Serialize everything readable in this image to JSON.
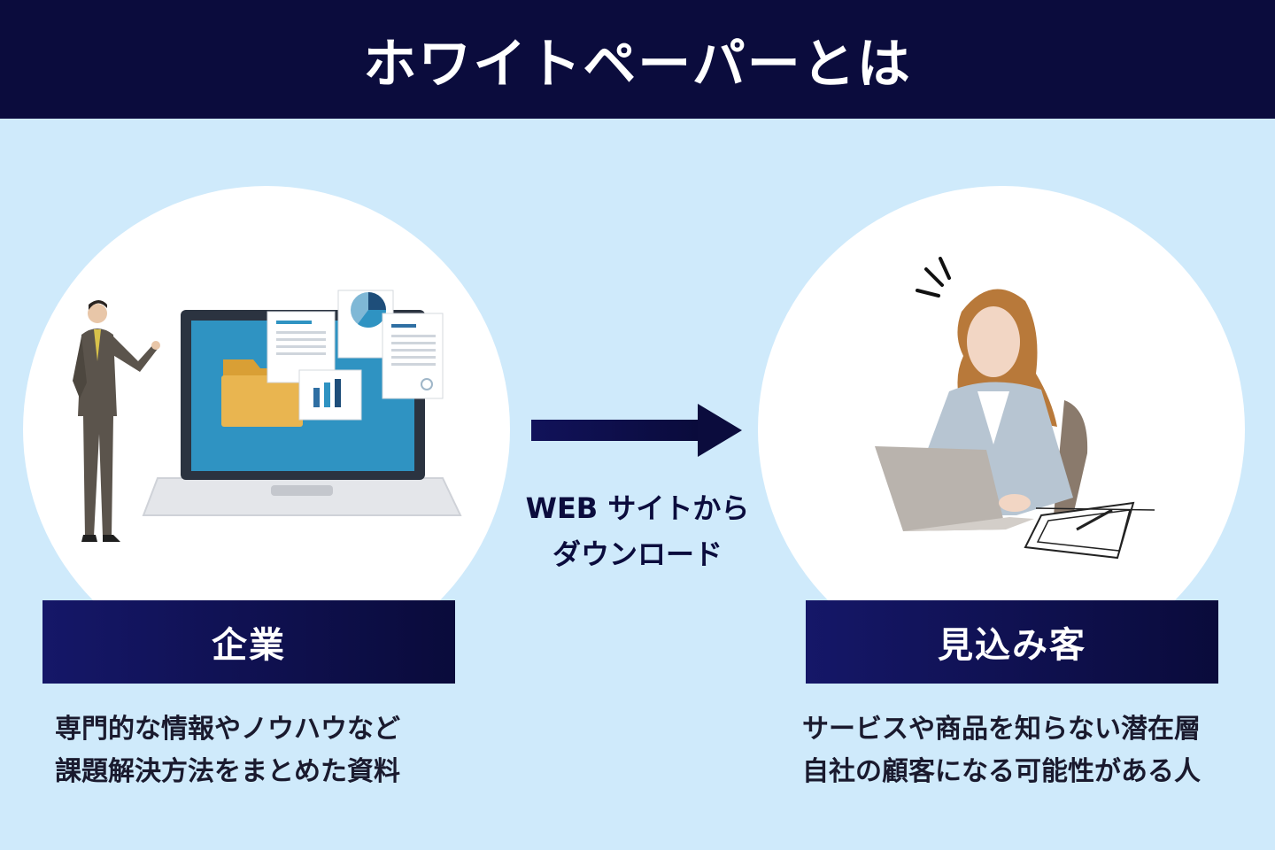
{
  "header": {
    "title": "ホワイトペーパーとは"
  },
  "left": {
    "label": "企業",
    "description": [
      "専門的な情報やノウハウなど",
      "課題解決方法をまとめた資料"
    ]
  },
  "right": {
    "label": "見込み客",
    "description": [
      "サービスや商品を知らない潜在層",
      "自社の顧客になる可能性がある人"
    ]
  },
  "arrow": {
    "lines": [
      "WEB サイトから",
      "ダウンロード"
    ]
  },
  "colors": {
    "background": "#cfeafb",
    "navy": "#0b0c3d",
    "circle": "#ffffff",
    "laptop_screen": "#2f93c2",
    "folder": "#e9b550"
  },
  "icons": {
    "left_illustration": "businessman-presenting-laptop-icon",
    "right_illustration": "woman-at-laptop-icon",
    "arrow": "arrow-right-icon"
  }
}
